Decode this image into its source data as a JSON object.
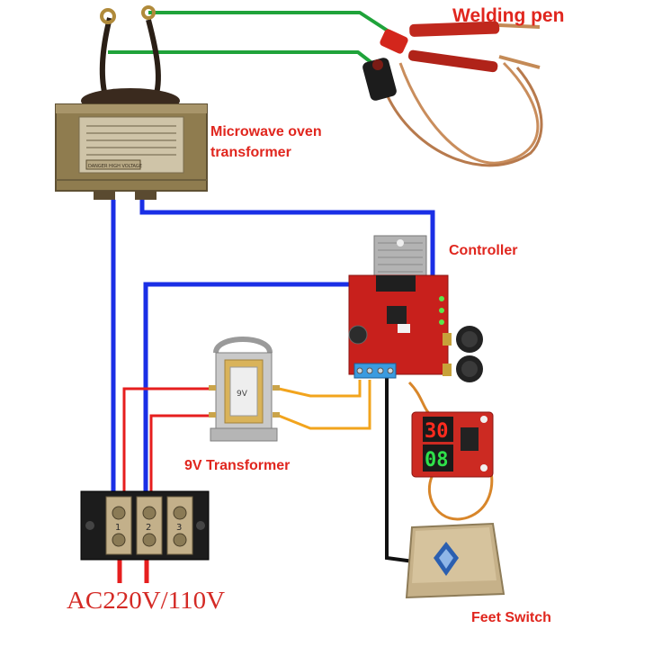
{
  "labels": {
    "welding_pen": "Welding pen",
    "mw_line1": "Microwave oven",
    "mw_line2": "transformer",
    "controller": "Controller",
    "transformer_9v": "9V Transformer",
    "ac_supply": "AC220V/110V",
    "feet_switch": "Feet Switch"
  },
  "displays": {
    "top_value": "30",
    "bottom_value": "08"
  },
  "parts": {
    "mot_plate": "DANGER HIGH VOLTAGE",
    "small_tx_plate": "9V",
    "terminal_numbers": [
      "1",
      "2",
      "3"
    ]
  },
  "colors": {
    "label_red": "#e0261e",
    "wire_blue": "#1a2fe6",
    "wire_green": "#1fa33a",
    "wire_red": "#e61e1e",
    "wire_yellow": "#f2a41d",
    "wire_black": "#111111",
    "pcb_red": "#c8201c",
    "mot_bronze": "#8f7c4f",
    "pedal": "#c6b189"
  }
}
